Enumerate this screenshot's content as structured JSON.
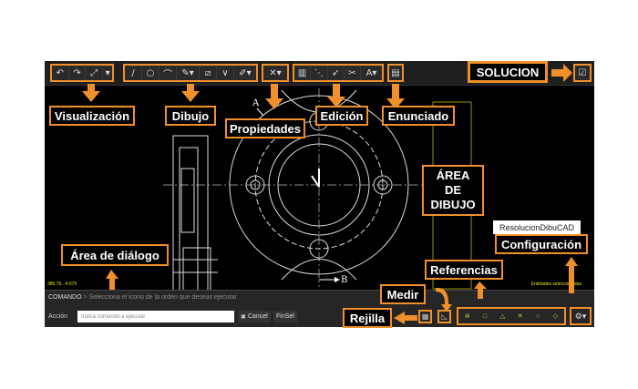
{
  "toolbar": {
    "visualizacion": [
      "undo-icon",
      "redo-icon",
      "expand-icon"
    ],
    "dibujo": [
      "line-icon",
      "circle-icon",
      "arc-icon",
      "pencil-icon",
      "ruler-icon",
      "angle-icon",
      "edit-icon"
    ],
    "propiedades": [
      "tools-icon"
    ],
    "edicion": [
      "trash-icon",
      "select-icon",
      "move-icon",
      "scissors-icon",
      "text-icon"
    ],
    "enunciado": [
      "document-icon"
    ],
    "solucion": [
      "checkbox-icon"
    ]
  },
  "callouts": {
    "visualizacion": "Visualización",
    "dibujo": "Dibujo",
    "propiedades": "Propiedades",
    "edicion": "Edición",
    "enunciado": "Enunciado",
    "solucion": "SOLUCION",
    "area_dibujo_l1": "ÁREA",
    "area_dibujo_l2": "DE",
    "area_dibujo_l3": "DIBUJO",
    "area_dialogo": "Área de diálogo",
    "configuracion": "Configuración",
    "referencias": "Referencias",
    "medir": "Medir",
    "rejilla": "Rejilla"
  },
  "tooltip": "ResolucionDibuCAD",
  "drawing": {
    "label_a": "A",
    "label_b": "B"
  },
  "status": {
    "coords": "385.75, -4.575",
    "right": "Entidades seleccionadas"
  },
  "command": {
    "label": "COMANDO",
    "prompt": "Selecciona el icono de la orden que deseas ejecutar",
    "accion_label": "Acción",
    "placeholder": "Indica comando a ejecutar",
    "cancel": "Cancel",
    "finsel": "FinSel"
  },
  "snaps": [
    "endpoint-snap-icon",
    "square-snap-icon",
    "triangle-snap-icon",
    "cross-snap-icon",
    "circle-snap-icon",
    "diamond-snap-icon"
  ],
  "colors": {
    "accent": "#f0902a",
    "snap": "#c8d64a",
    "status": "#e6e600"
  }
}
